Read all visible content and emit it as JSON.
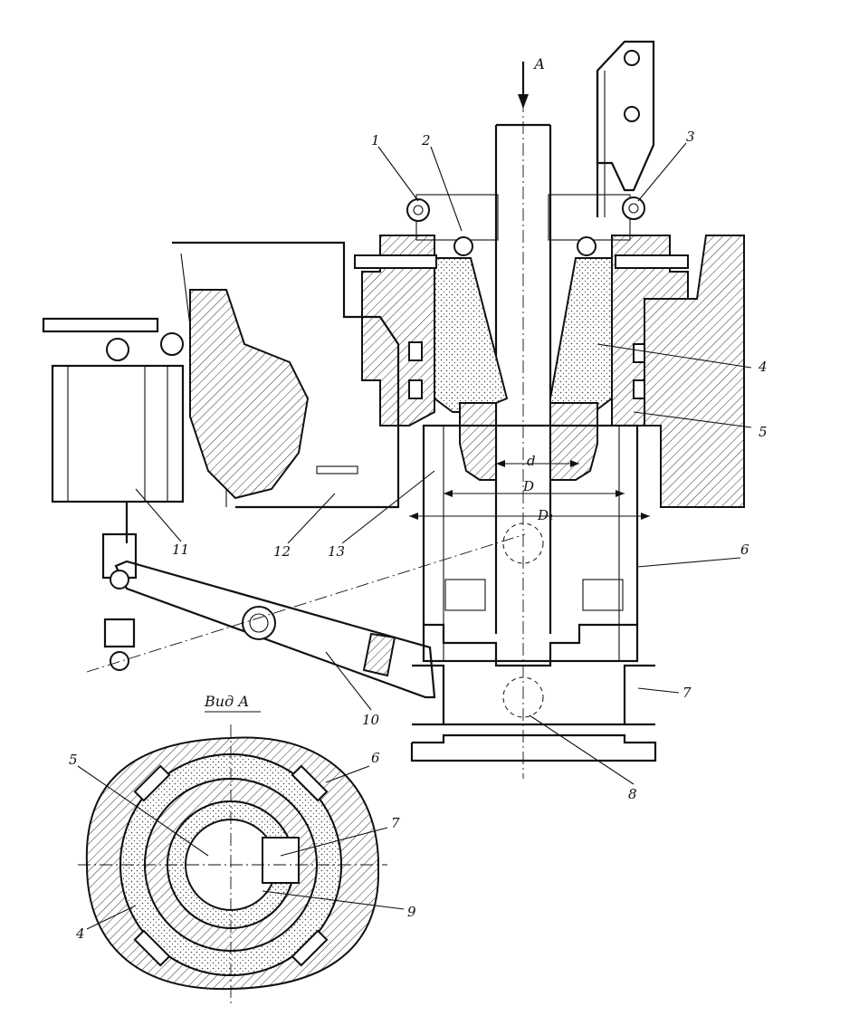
{
  "view_label": "А",
  "section_label": "Вид А",
  "callouts": {
    "c1": "1",
    "c2": "2",
    "c3": "3",
    "c4": "4",
    "c5": "5",
    "c6": "6",
    "c7": "7",
    "c8": "8",
    "c10": "10",
    "c11": "11",
    "c12": "12",
    "c13": "13"
  },
  "view_a_callouts": {
    "c5": "5",
    "c6": "6",
    "c7": "7",
    "c4": "4",
    "c9": "9"
  },
  "dimensions": {
    "d": "d",
    "D": "D",
    "D1": "D₁"
  }
}
